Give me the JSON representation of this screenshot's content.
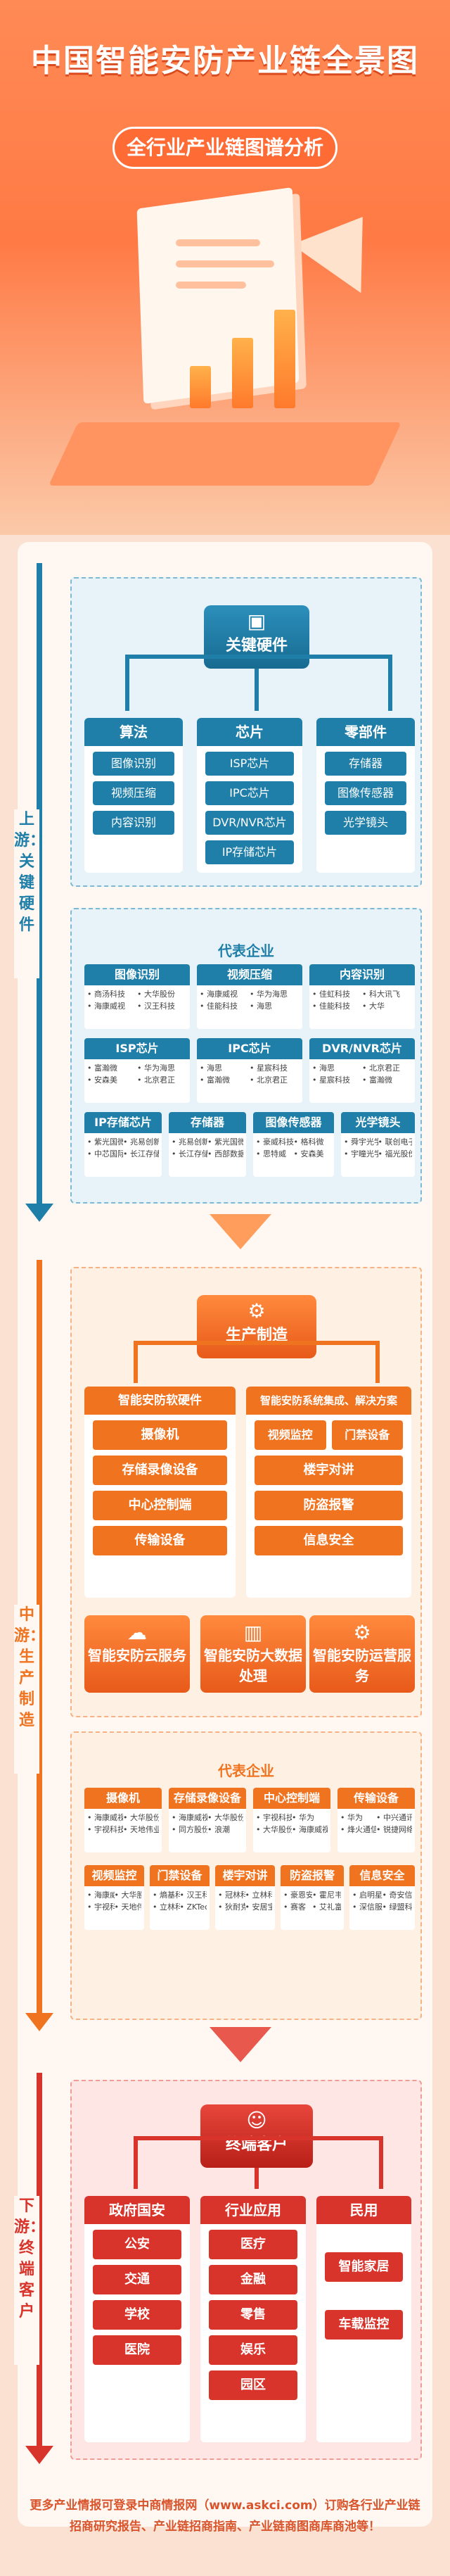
{
  "header": {
    "title": "中国智能安防产业链全景图",
    "subtitle": "全行业产业链图谱分析"
  },
  "upstream": {
    "stage_label": "上游：关键硬件",
    "center": "关键硬件",
    "columns": [
      {
        "title": "算法",
        "items": [
          "图像识别",
          "视频压缩",
          "内容识别"
        ]
      },
      {
        "title": "芯片",
        "items": [
          "ISP芯片",
          "IPC芯片",
          "DVR/NVR芯片",
          "IP存储芯片"
        ]
      },
      {
        "title": "零部件",
        "items": [
          "存储器",
          "图像传感器",
          "光学镜头"
        ]
      }
    ],
    "companies_title": "代表企业",
    "companies": [
      {
        "title": "图像识别",
        "items": [
          "商汤科技",
          "大华股份",
          "海康威视",
          "汉王科技"
        ]
      },
      {
        "title": "视频压缩",
        "items": [
          "海康威视",
          "华为海思",
          "佳能科技",
          "海思"
        ]
      },
      {
        "title": "内容识别",
        "items": [
          "佳虹科技",
          "科大讯飞",
          "佳能科技",
          "大华"
        ]
      },
      {
        "title": "ISP芯片",
        "items": [
          "富瀚微",
          "华为海思",
          "安森美",
          "北京君正"
        ]
      },
      {
        "title": "IPC芯片",
        "items": [
          "海思",
          "星宸科技",
          "富瀚微",
          "北京君正"
        ]
      },
      {
        "title": "DVR/NVR芯片",
        "items": [
          "海思",
          "北京君正",
          "星宸科技",
          "富瀚微"
        ]
      },
      {
        "title": "IP存储芯片",
        "items": [
          "紫光国微",
          "兆易创新",
          "中芯国际",
          "长江存储"
        ]
      },
      {
        "title": "存储器",
        "items": [
          "兆易创新",
          "紫光国微",
          "长江存储",
          "西部数据"
        ]
      },
      {
        "title": "图像传感器",
        "items": [
          "豪威科技",
          "格科微",
          "思特威",
          "安森美"
        ]
      },
      {
        "title": "光学镜头",
        "items": [
          "舜宇光学",
          "联创电子",
          "宇瞳光学",
          "福光股份"
        ]
      }
    ]
  },
  "midstream": {
    "stage_label": "中游：生产制造",
    "center": "生产制造",
    "left_title": "智能安防软硬件",
    "left_items": [
      "摄像机",
      "存储录像设备",
      "中心控制端",
      "传输设备"
    ],
    "right_title": "智能安防系统集成、解决方案",
    "right_items": [
      "视频监控",
      "门禁设备",
      "楼宇对讲",
      "防盗报警",
      "信息安全"
    ],
    "services": [
      {
        "icon": "☁",
        "label": "智能安防云服务"
      },
      {
        "icon": "▥",
        "label": "智能安防大数据处理"
      },
      {
        "icon": "⚙",
        "label": "智能安防运营服务"
      }
    ],
    "companies_title": "代表企业",
    "companies": [
      {
        "title": "摄像机",
        "items": [
          "海康威视",
          "大华股份",
          "宇视科技",
          "天地伟业"
        ]
      },
      {
        "title": "存储录像设备",
        "items": [
          "海康威视",
          "大华股份",
          "同方股份",
          "浪潮"
        ]
      },
      {
        "title": "中心控制端",
        "items": [
          "宇视科技",
          "华为",
          "大华股份",
          "海康威视"
        ]
      },
      {
        "title": "传输设备",
        "items": [
          "华为",
          "中兴通讯",
          "烽火通信",
          "锐捷网络"
        ]
      },
      {
        "title": "视频监控",
        "items": [
          "海康威视",
          "大华股份",
          "宇视科技",
          "天地伟业"
        ]
      },
      {
        "title": "门禁设备",
        "items": [
          "熵基科技",
          "汉王科技",
          "立林科技",
          "ZKTeco"
        ]
      },
      {
        "title": "楼宇对讲",
        "items": [
          "冠林科技",
          "立林科技",
          "狄耐克",
          "安居宝"
        ]
      },
      {
        "title": "防盗报警",
        "items": [
          "豪恩安全",
          "霍尼韦尔",
          "赛客",
          "艾礼富"
        ]
      },
      {
        "title": "信息安全",
        "items": [
          "启明星辰",
          "奇安信",
          "深信服",
          "绿盟科技"
        ]
      }
    ]
  },
  "downstream": {
    "stage_label": "下游：终端客户",
    "center": "终端客户",
    "columns": [
      {
        "title": "政府国安",
        "items": [
          "公安",
          "交通",
          "学校",
          "医院"
        ]
      },
      {
        "title": "行业应用",
        "items": [
          "医疗",
          "金融",
          "零售",
          "娱乐",
          "园区"
        ]
      },
      {
        "title": "民用",
        "items": [
          "智能家居",
          "车载监控"
        ]
      }
    ]
  },
  "footer": {
    "text": "更多产业情报可登录中商情报网（www.askci.com）订购各行业产业链招商研究报告、产业链招商指南、产业链商图商库商池等！"
  },
  "colors": {
    "upstream": "#1f7fa8",
    "midstream": "#f07320",
    "downstream": "#d9342b"
  }
}
